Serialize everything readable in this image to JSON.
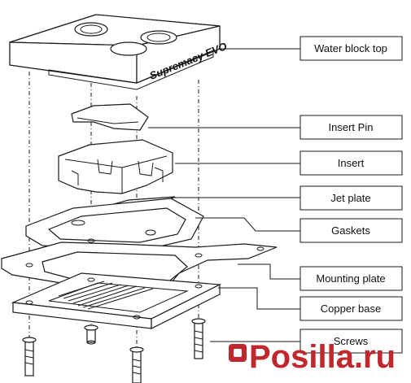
{
  "brand_text": "Supremacy EVO",
  "watermark": "Posilla.ru",
  "labels": [
    "Water block top",
    "Insert Pin",
    "Insert",
    "Jet plate",
    "Gaskets",
    "Mounting plate",
    "Copper base",
    "Screws"
  ]
}
